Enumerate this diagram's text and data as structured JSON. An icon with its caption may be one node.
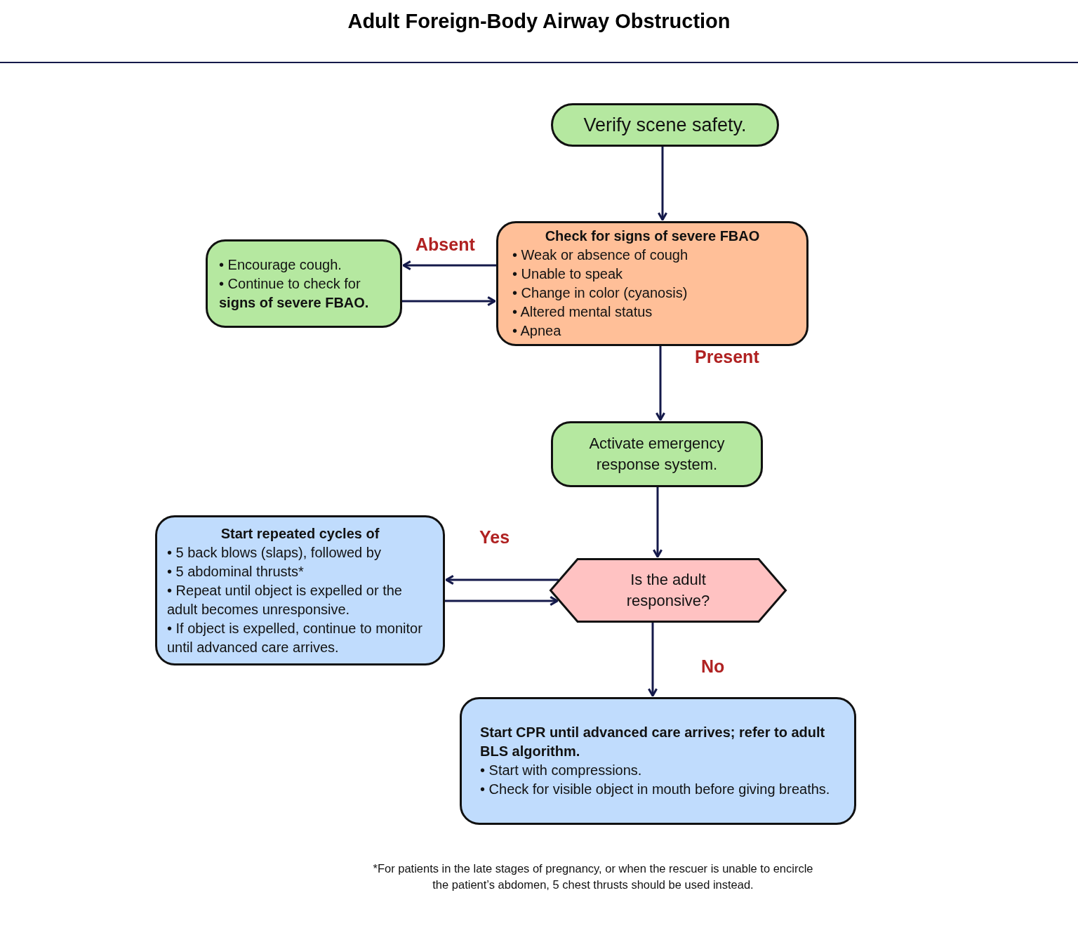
{
  "diagram": {
    "title": "Adult Foreign-Body Airway Obstruction",
    "nodes": [
      {
        "text": [
          "Verify scene safety."
        ]
      },
      {
        "text": [
          "Check for signs of severe FBAO",
          "• Weak or absence of cough",
          "• Unable to speak",
          "• Change in color (cyanosis)",
          "• Altered mental status",
          "• Apnea"
        ]
      },
      {
        "text": [
          "• Encourage cough.",
          "• Continue to check for **signs of severe FBAO.**"
        ]
      },
      {
        "text": [
          "Activate emergency response system."
        ]
      },
      {
        "text": [
          "Is the adult responsive?"
        ]
      },
      {
        "text": [
          "Start repeated cycles of",
          "• 5 back blows (slaps), followed by",
          "• 5 abdominal thrusts*",
          "• Repeat until object is expelled or the adult becomes unresponsive.",
          "• If object is expelled, continue to monitor until advanced care arrives."
        ]
      },
      {
        "text": [
          "Start CPR until advanced care arrives; refer to adult BLS algorithm.",
          "• Start with compressions.",
          "• Check for visible object in mouth before giving breaths."
        ]
      }
    ],
    "edges": [
      {
        "from": 0,
        "to": 1,
        "arrow": "to"
      },
      {
        "from": 1,
        "to": 2,
        "arrow": "to",
        "label": "Absent"
      },
      {
        "from": 2,
        "to": 1,
        "arrow": "to"
      },
      {
        "from": 1,
        "to": 3,
        "arrow": "to",
        "label": "Present"
      },
      {
        "from": 3,
        "to": 4,
        "arrow": "to"
      },
      {
        "from": 4,
        "to": 5,
        "arrow": "to",
        "label": "Yes"
      },
      {
        "from": 5,
        "to": 4,
        "arrow": "to"
      },
      {
        "from": 4,
        "to": 6,
        "arrow": "to",
        "label": "No"
      }
    ],
    "labels": [
      "*For patients in the late stages of pregnancy, or when the rescuer is unable to encircle the patient’s abdomen, 5 chest thrusts should be used instead."
    ]
  }
}
